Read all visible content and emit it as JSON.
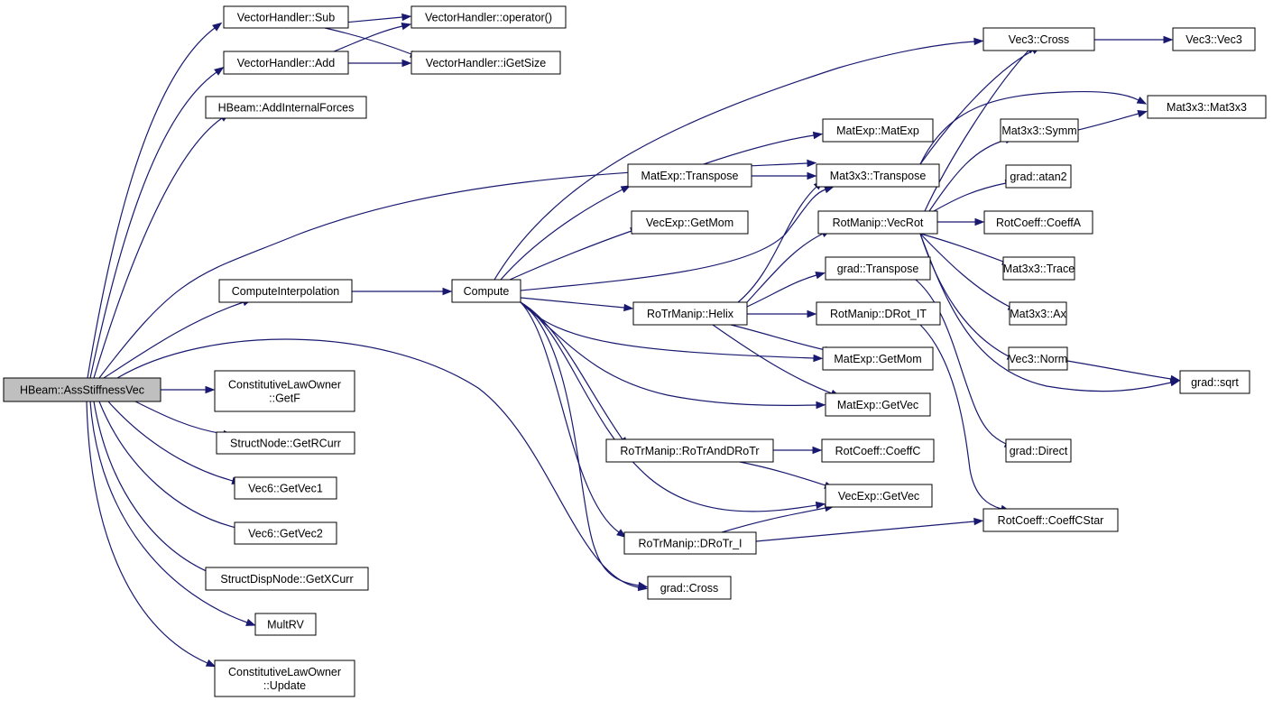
{
  "colors": {
    "edge": "#191970",
    "root_fill": "#bfbfbf",
    "node_fill": "#ffffff",
    "node_border": "#000000"
  },
  "nodes": {
    "root": {
      "lines": [
        "HBeam::AssStiffnessVec"
      ],
      "root": true
    },
    "vhSub": {
      "lines": [
        "VectorHandler::Sub"
      ]
    },
    "vhAdd": {
      "lines": [
        "VectorHandler::Add"
      ]
    },
    "vhOp": {
      "lines": [
        "VectorHandler::operator()"
      ]
    },
    "vhSize": {
      "lines": [
        "VectorHandler::iGetSize"
      ]
    },
    "hbAdd": {
      "lines": [
        "HBeam::AddInternalForces"
      ]
    },
    "compInt": {
      "lines": [
        "ComputeInterpolation"
      ]
    },
    "claGetF": {
      "lines": [
        "ConstitutiveLawOwner",
        "::GetF"
      ]
    },
    "snRCurr": {
      "lines": [
        "StructNode::GetRCurr"
      ]
    },
    "v6GetVec1": {
      "lines": [
        "Vec6::GetVec1"
      ]
    },
    "v6GetVec2": {
      "lines": [
        "Vec6::GetVec2"
      ]
    },
    "sdnXCurr": {
      "lines": [
        "StructDispNode::GetXCurr"
      ]
    },
    "multRV": {
      "lines": [
        "MultRV"
      ]
    },
    "claUpdate": {
      "lines": [
        "ConstitutiveLawOwner",
        "::Update"
      ]
    },
    "compute": {
      "lines": [
        "Compute"
      ]
    },
    "meMatExp": {
      "lines": [
        "MatExp::MatExp"
      ]
    },
    "meTrans": {
      "lines": [
        "MatExp::Transpose"
      ]
    },
    "veGetMom": {
      "lines": [
        "VecExp::GetMom"
      ]
    },
    "rtHelix": {
      "lines": [
        "RoTrManip::Helix"
      ]
    },
    "rtRoTr": {
      "lines": [
        "RoTrManip::RoTrAndDRoTr"
      ]
    },
    "rtDRoTr": {
      "lines": [
        "RoTrManip::DRoTr_I"
      ]
    },
    "gCross": {
      "lines": [
        "grad::Cross"
      ]
    },
    "m3Trans": {
      "lines": [
        "Mat3x3::Transpose"
      ]
    },
    "rmVecRot": {
      "lines": [
        "RotManip::VecRot"
      ]
    },
    "gTrans": {
      "lines": [
        "grad::Transpose"
      ]
    },
    "rmDRotIT": {
      "lines": [
        "RotManip::DRot_IT"
      ]
    },
    "meGetMom": {
      "lines": [
        "MatExp::GetMom"
      ]
    },
    "meGetVec": {
      "lines": [
        "MatExp::GetVec"
      ]
    },
    "rcCoeffC": {
      "lines": [
        "RotCoeff::CoeffC"
      ]
    },
    "veGetVec": {
      "lines": [
        "VecExp::GetVec"
      ]
    },
    "v3Cross": {
      "lines": [
        "Vec3::Cross"
      ]
    },
    "v3Vec3": {
      "lines": [
        "Vec3::Vec3"
      ]
    },
    "m3Mat3x3": {
      "lines": [
        "Mat3x3::Mat3x3"
      ]
    },
    "m3Symm": {
      "lines": [
        "Mat3x3::Symm"
      ]
    },
    "gAtan2": {
      "lines": [
        "grad::atan2"
      ]
    },
    "rcCoeffA": {
      "lines": [
        "RotCoeff::CoeffA"
      ]
    },
    "m3Trace": {
      "lines": [
        "Mat3x3::Trace"
      ]
    },
    "m3Ax": {
      "lines": [
        "Mat3x3::Ax"
      ]
    },
    "v3Norm": {
      "lines": [
        "Vec3::Norm"
      ]
    },
    "gSqrt": {
      "lines": [
        "grad::sqrt"
      ]
    },
    "gDirect": {
      "lines": [
        "grad::Direct"
      ]
    },
    "rcCStar": {
      "lines": [
        "RotCoeff::CoeffCStar"
      ]
    }
  }
}
